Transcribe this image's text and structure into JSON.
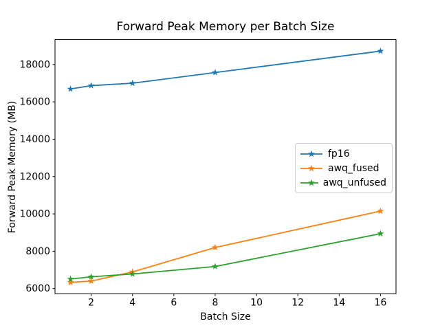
{
  "chart_data": {
    "type": "line",
    "title": "Forward Peak Memory per Batch Size",
    "xlabel": "Batch Size",
    "ylabel": "Forward Peak Memory (MB)",
    "x": [
      1,
      2,
      4,
      8,
      16
    ],
    "series": [
      {
        "name": "fp16",
        "color": "#1f77b4",
        "values": [
          16690,
          16870,
          17000,
          17570,
          18720
        ]
      },
      {
        "name": "awq_fused",
        "color": "#ff7f0e",
        "values": [
          6330,
          6400,
          6890,
          8200,
          10150
        ]
      },
      {
        "name": "awq_unfused",
        "color": "#2ca02c",
        "values": [
          6510,
          6630,
          6780,
          7180,
          8940
        ]
      }
    ],
    "xticks": [
      2,
      4,
      6,
      8,
      10,
      12,
      14,
      16
    ],
    "yticks": [
      6000,
      8000,
      10000,
      12000,
      14000,
      16000,
      18000
    ],
    "xlim": [
      0.25,
      16.75
    ],
    "ylim": [
      5724,
      19335
    ],
    "marker": "star",
    "grid": false,
    "legend_position": "center right",
    "background_color": "#ffffff",
    "spine_color": "#000000"
  }
}
